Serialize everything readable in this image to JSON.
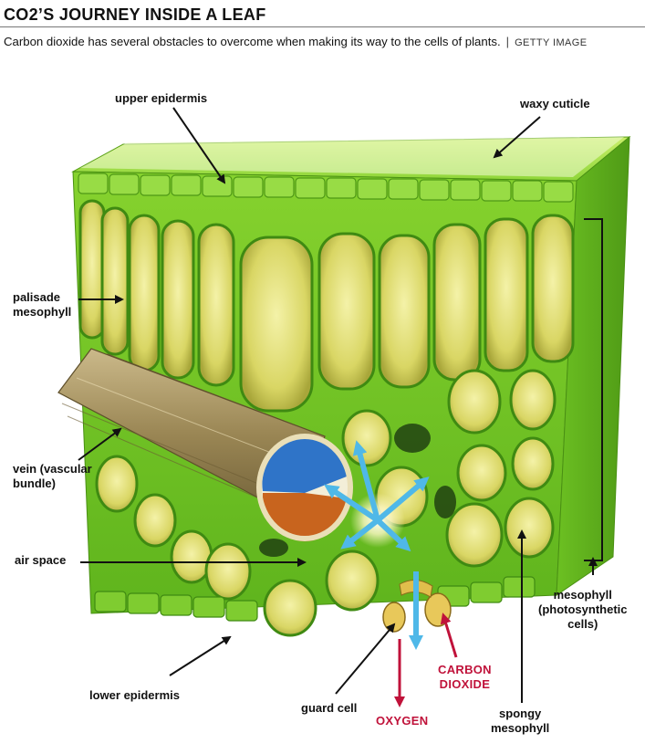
{
  "header": {
    "title": "CO2’S JOURNEY INSIDE A LEAF",
    "subtitle": "Carbon dioxide has several obstacles to overcome when making its way to the cells of plants.",
    "separator": "|",
    "credit": "GETTY IMAGE"
  },
  "labels": {
    "upper_epidermis": "upper epidermis",
    "waxy_cuticle": "waxy cuticle",
    "palisade_line1": "palisade",
    "palisade_line2": "mesophyll",
    "vein_line1": "vein (vascular",
    "vein_line2": "bundle)",
    "air_space": "air space",
    "lower_epidermis": "lower epidermis",
    "guard_cell": "guard cell",
    "oxygen": "OXYGEN",
    "carbon_line1": "CARBON",
    "carbon_line2": "DIOXIDE",
    "spongy_line1": "spongy",
    "spongy_line2": "mesophyll",
    "mesophyll_line1": "mesophyll",
    "mesophyll_line2": "(photosynthetic",
    "mesophyll_line3": "cells)"
  },
  "colors": {
    "leaf_green": "#7ccd2a",
    "cell_yellow": "#e2e27a",
    "xylem_blue": "#2f74c8",
    "phloem_orange": "#c8641e",
    "flow_arrow": "#4fb8e8",
    "gas_arrow": "#c0123a"
  }
}
